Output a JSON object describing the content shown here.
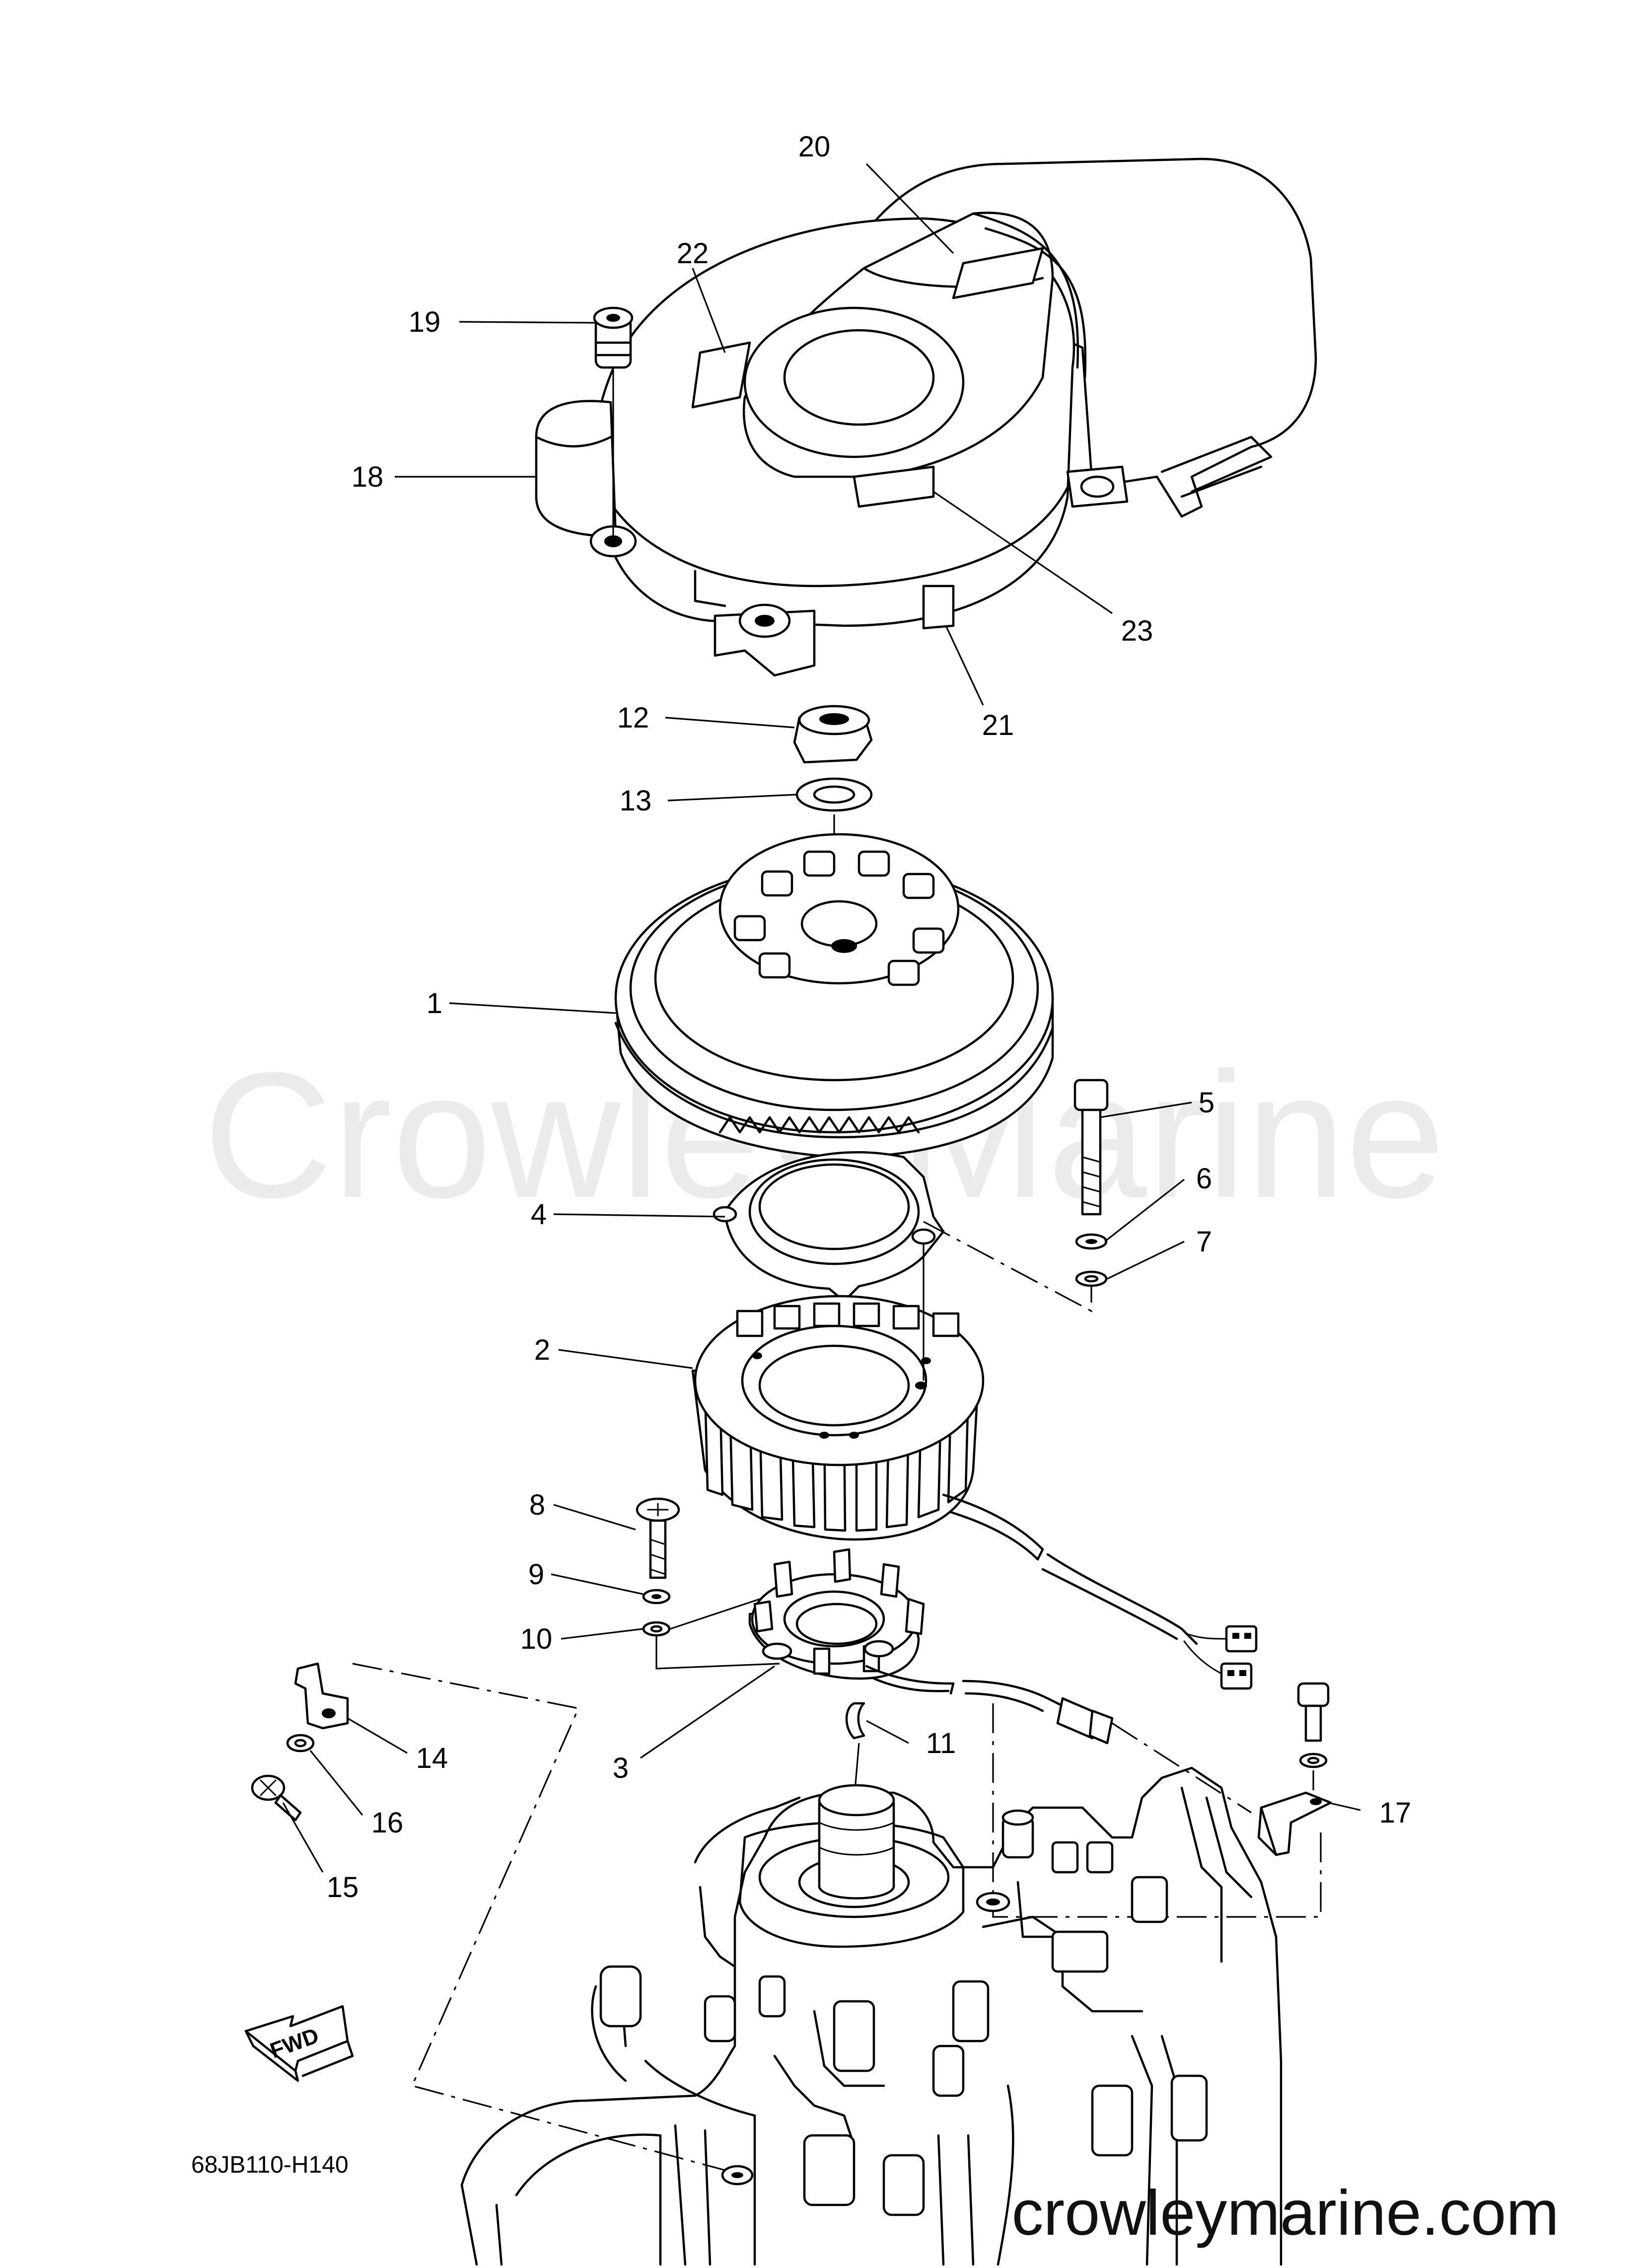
{
  "diagram_code": "68JB110-H140",
  "watermark": "Crowley Marine",
  "site": "crowleymarine.com",
  "fwd_label": "FWD",
  "callouts": [
    "1",
    "2",
    "3",
    "4",
    "5",
    "6",
    "7",
    "8",
    "9",
    "10",
    "11",
    "12",
    "13",
    "14",
    "15",
    "16",
    "17",
    "18",
    "19",
    "20",
    "21",
    "22",
    "23"
  ],
  "colors": {
    "line": "#000000",
    "watermark": "#ebebeb",
    "background": "#ffffff"
  }
}
